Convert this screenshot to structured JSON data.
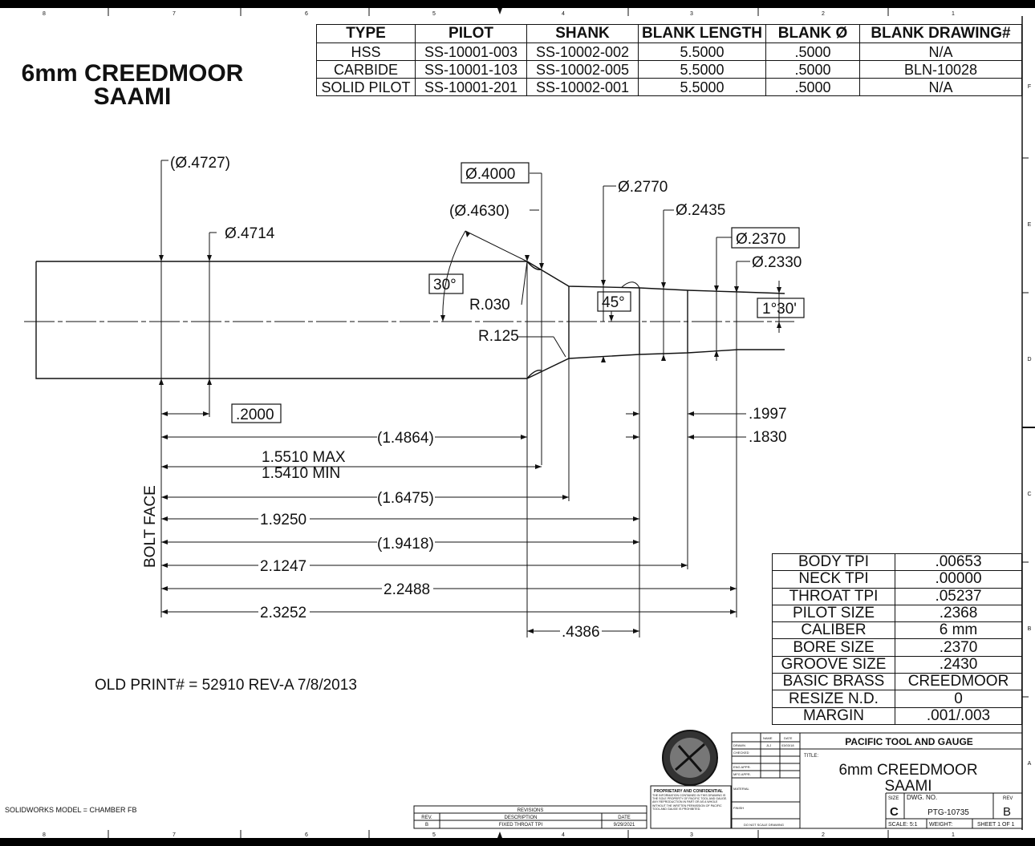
{
  "drawing": {
    "title_line1": "6mm CREEDMOOR",
    "title_line2": "SAAMI",
    "old_print": "OLD PRINT# = 52910 REV-A 7/8/2013",
    "solidworks_model": "SOLIDWORKS MODEL = CHAMBER FB",
    "zone_numbers": [
      "8",
      "7",
      "6",
      "5",
      "4",
      "3",
      "2",
      "1"
    ],
    "zone_letters": [
      "F",
      "E",
      "D",
      "C",
      "B",
      "A"
    ]
  },
  "blank_table": {
    "headers": [
      "TYPE",
      "PILOT",
      "SHANK",
      "BLANK LENGTH",
      "BLANK Ø",
      "BLANK DRAWING#"
    ],
    "rows": [
      [
        "HSS",
        "SS-10001-003",
        "SS-10002-002",
        "5.5000",
        ".5000",
        "N/A"
      ],
      [
        "CARBIDE",
        "SS-10001-103",
        "SS-10002-005",
        "5.5000",
        ".5000",
        "BLN-10028"
      ],
      [
        "SOLID PILOT",
        "SS-10001-201",
        "SS-10002-001",
        "5.5000",
        ".5000",
        "N/A"
      ]
    ]
  },
  "specs": [
    {
      "label": "BODY TPI",
      "value": ".00653"
    },
    {
      "label": "NECK TPI",
      "value": ".00000"
    },
    {
      "label": "THROAT TPI",
      "value": ".05237"
    },
    {
      "label": "PILOT SIZE",
      "value": ".2368"
    },
    {
      "label": "CALIBER",
      "value": "6 mm"
    },
    {
      "label": "BORE SIZE",
      "value": ".2370"
    },
    {
      "label": "GROOVE SIZE",
      "value": ".2430"
    },
    {
      "label": "BASIC BRASS",
      "value": "CREEDMOOR"
    },
    {
      "label": "RESIZE N.D.",
      "value": "0"
    },
    {
      "label": "MARGIN",
      "value": ".001/.003"
    }
  ],
  "dimensions": {
    "dia_4727": "(Ø.4727)",
    "dia_4714": "Ø.4714",
    "dia_4000": "Ø.4000",
    "dia_4630": "(Ø.4630)",
    "dia_2770": "Ø.2770",
    "dia_2435": "Ø.2435",
    "dia_2370": "Ø.2370",
    "dia_2330": "Ø.2330",
    "angle_30": "30°",
    "angle_45": "45°",
    "angle_1_30": "1°30'",
    "radius_030": "R.030",
    "radius_125": "R.125",
    "len_2000": ".2000",
    "len_1_4864": "(1.4864)",
    "len_1_5510": "1.5510 MAX",
    "len_1_5410": "1.5410 MIN",
    "len_1_6475": "(1.6475)",
    "len_1_9250": "1.9250",
    "len_1_9418": "(1.9418)",
    "len_2_1247": "2.1247",
    "len_2_2488": "2.2488",
    "len_2_3252": "2.3252",
    "len_4386": ".4386",
    "len_1997": ".1997",
    "len_1830": ".1830",
    "bolt_face": "BOLT FACE"
  },
  "title_block": {
    "company": "PACIFIC TOOL AND GAUGE",
    "title_label": "TITLE:",
    "title_line1": "6mm CREEDMOOR",
    "title_line2": "SAAMI",
    "size_label": "SIZE",
    "size": "C",
    "dwg_no_label": "DWG. NO.",
    "dwg_no": "PTG-10735",
    "rev_label": "REV",
    "rev": "B",
    "scale": "SCALE: 5:1",
    "weight": "WEIGHT:",
    "sheet": "SHEET 1 OF 1",
    "name_label": "NAME",
    "date_label": "DATE",
    "drawn_label": "DRAWN",
    "drawn_by": "JLJ",
    "drawn_date": "03/03/18",
    "checked_label": "CHECKED",
    "eng_appr_label": "ENG APPR.",
    "mfg_appr_label": "MFG APPR.",
    "material_label": "MATERIAL",
    "finish_label": "FINISH",
    "do_not_scale": "DO NOT SCALE DRAWING",
    "proprietary_title": "PROPRIETARY AND CONFIDENTIAL",
    "proprietary_text": "THE INFORMATION CONTAINED IN THIS DRAWING IS THE SOLE PROPERTY OF PACIFIC TOOL AND GAUGE. ANY REPRODUCTION IN PART OR AS A WHOLE WITHOUT THE WRITTEN PERMISSION OF PACIFIC TOOL AND GAUGE IS PROHIBITED."
  },
  "revisions": {
    "title": "REVISIONS",
    "rev_col": "REV.",
    "desc_col": "DESCRIPTION",
    "date_col": "DATE",
    "rows": [
      {
        "rev": "B",
        "description": "FIXED THROAT TPI",
        "date": "9/29/2021"
      }
    ]
  }
}
